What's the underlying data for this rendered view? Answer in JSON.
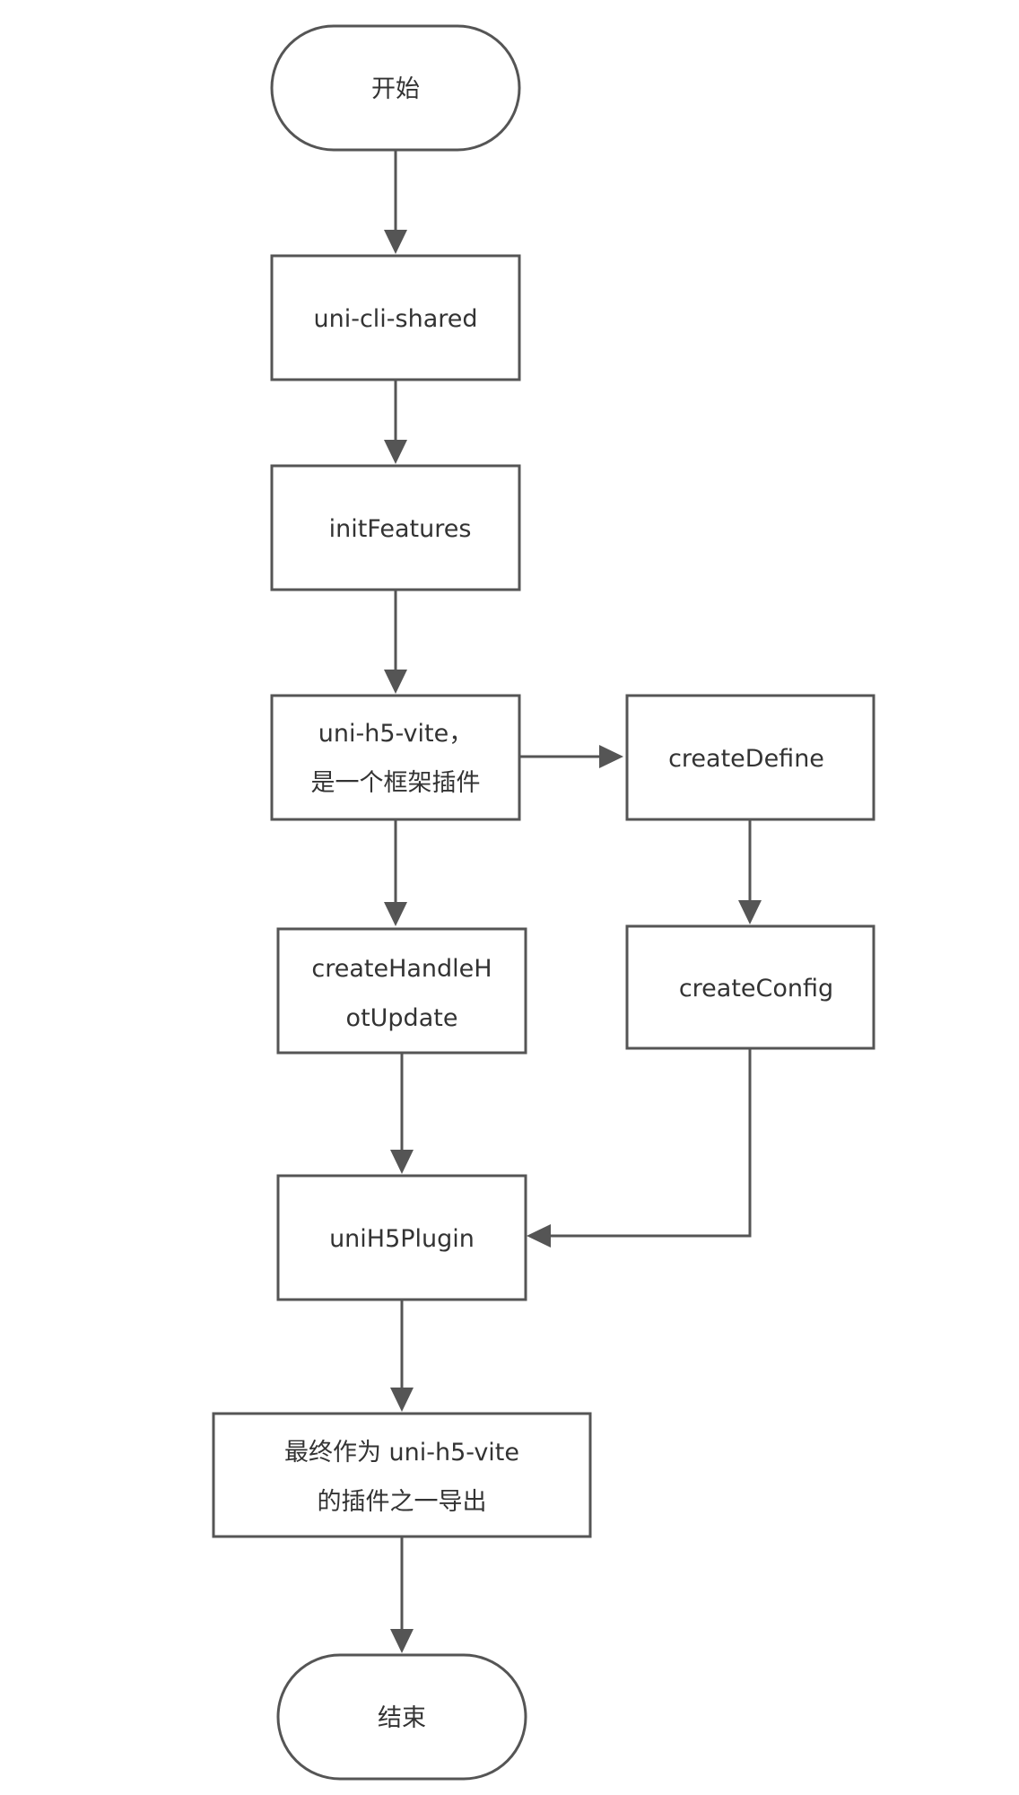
{
  "nodes": {
    "start": {
      "lines": [
        "开始"
      ]
    },
    "uni_cli_shared": {
      "lines": [
        "uni-cli-shared"
      ]
    },
    "init_features": {
      "lines": [
        "initFeatures"
      ]
    },
    "uni_h5_vite": {
      "lines": [
        "uni-h5-vite，",
        "是一个框架插件"
      ]
    },
    "create_define": {
      "lines": [
        "createDefine"
      ]
    },
    "create_handle_hot_update": {
      "lines": [
        "createHandleH",
        "otUpdate"
      ]
    },
    "create_config": {
      "lines": [
        "createConfig"
      ]
    },
    "uni_h5_plugin": {
      "lines": [
        "uniH5Plugin"
      ]
    },
    "final_export": {
      "lines": [
        "最终作为 uni-h5-vite",
        "的插件之一导出"
      ]
    },
    "end": {
      "lines": [
        "结束"
      ]
    }
  },
  "colors": {
    "stroke": "#555555",
    "text": "#333333",
    "background": "#ffffff"
  }
}
